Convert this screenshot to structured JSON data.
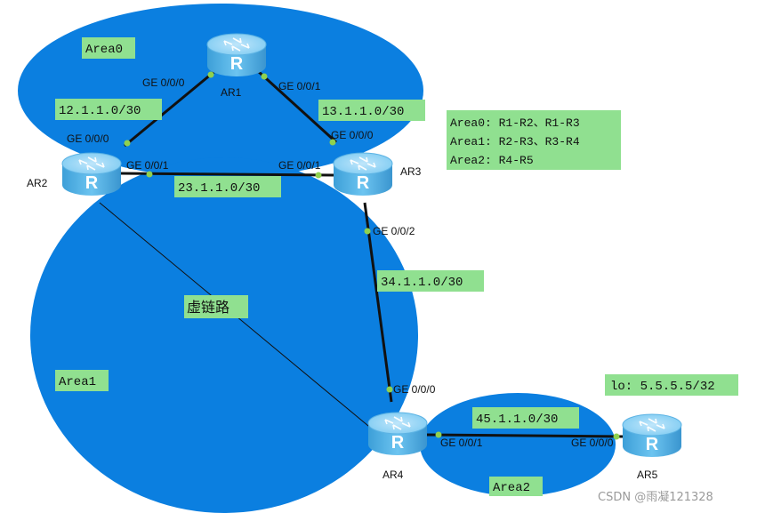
{
  "areas": {
    "area0": "Area0",
    "area1": "Area1",
    "area2": "Area2"
  },
  "devices": {
    "ar1": {
      "name": "AR1",
      "icon": "router-icon"
    },
    "ar2": {
      "name": "AR2",
      "icon": "router-icon"
    },
    "ar3": {
      "name": "AR3",
      "icon": "router-icon"
    },
    "ar4": {
      "name": "AR4",
      "icon": "router-icon"
    },
    "ar5": {
      "name": "AR5",
      "icon": "router-icon"
    }
  },
  "router_glyph": "R",
  "ports": {
    "ar1_ge000": "GE 0/0/0",
    "ar1_ge001": "GE 0/0/1",
    "ar2_ge000": "GE 0/0/0",
    "ar2_ge001": "GE 0/0/1",
    "ar3_ge001": "GE 0/0/1",
    "ar3_ge000": "GE 0/0/0",
    "ar3_ge002": "GE 0/0/2",
    "ar4_ge000": "GE 0/0/0",
    "ar4_ge001": "GE 0/0/1",
    "ar5_ge000": "GE 0/0/0"
  },
  "subnets": {
    "r1_r2": "12.1.1.0/30",
    "r1_r3": "13.1.1.0/30",
    "r2_r3": "23.1.1.0/30",
    "r3_r4": "34.1.1.0/30",
    "r4_r5": "45.1.1.0/30",
    "loopback": "lo: 5.5.5.5/32"
  },
  "virtual_link": "虚链路",
  "summary": [
    "Area0: R1-R2、R1-R3",
    "Area1: R2-R3、R3-R4",
    "Area2: R4-R5"
  ],
  "watermark": "CSDN @雨凝121328",
  "colors": {
    "area_fill": "#0b7fe0",
    "label_bg": "#90e090",
    "port_dot": "#8fd14f",
    "router_body": "#5fb8ea"
  }
}
